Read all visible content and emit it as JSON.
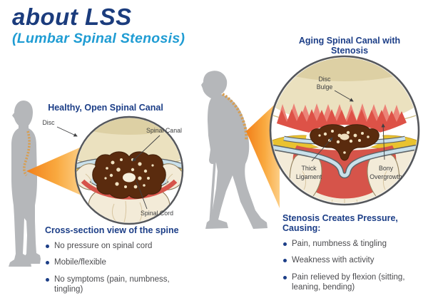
{
  "title": {
    "main": "about LSS",
    "subtitle": "(Lumbar Spinal Stenosis)"
  },
  "left_panel": {
    "heading": "Healthy, Open Spinal Canal",
    "diagram_labels": {
      "disc": "Disc",
      "spinal_canal": "Spinal Canal",
      "spinal_cord": "Spinal Cord"
    },
    "list_heading": "Cross-section view of the spine",
    "bullets": [
      "No pressure on spinal cord",
      "Mobile/flexible",
      "No symptoms (pain, numbness, tingling)"
    ]
  },
  "right_panel": {
    "heading": "Aging Spinal Canal with Stenosis",
    "diagram_labels": {
      "disc_bulge": {
        "line1": "Disc",
        "line2": "Bulge"
      },
      "thick_ligament": {
        "line1": "Thick",
        "line2": "Ligament"
      },
      "bony_overgrowth": {
        "line1": "Bony",
        "line2": "Overgrowth"
      }
    },
    "list_heading": "Stenosis Creates Pressure, Causing:",
    "bullets": [
      "Pain, numbness & tingling",
      "Weakness with activity",
      "Pain relieved by flexion (sitting, leaning, bending)"
    ]
  },
  "colors": {
    "title_navy": "#1b3c7d",
    "subtitle_blue": "#1f9cd3",
    "heading_navy": "#1c3e87",
    "body_text": "#4b4b4e",
    "silhouette_gray": "#b5b7ba",
    "spine_tan": "#d79e52",
    "cone_orange": "#f28a1c",
    "disc_cream": "#ebe1bf",
    "ligament_yellow": "#e9c230",
    "canal_blue": "#c9e0ea",
    "cord_brown": "#5a2b0e",
    "stenosis_red": "#d6544a",
    "bone_cream": "#f3ebd8"
  }
}
